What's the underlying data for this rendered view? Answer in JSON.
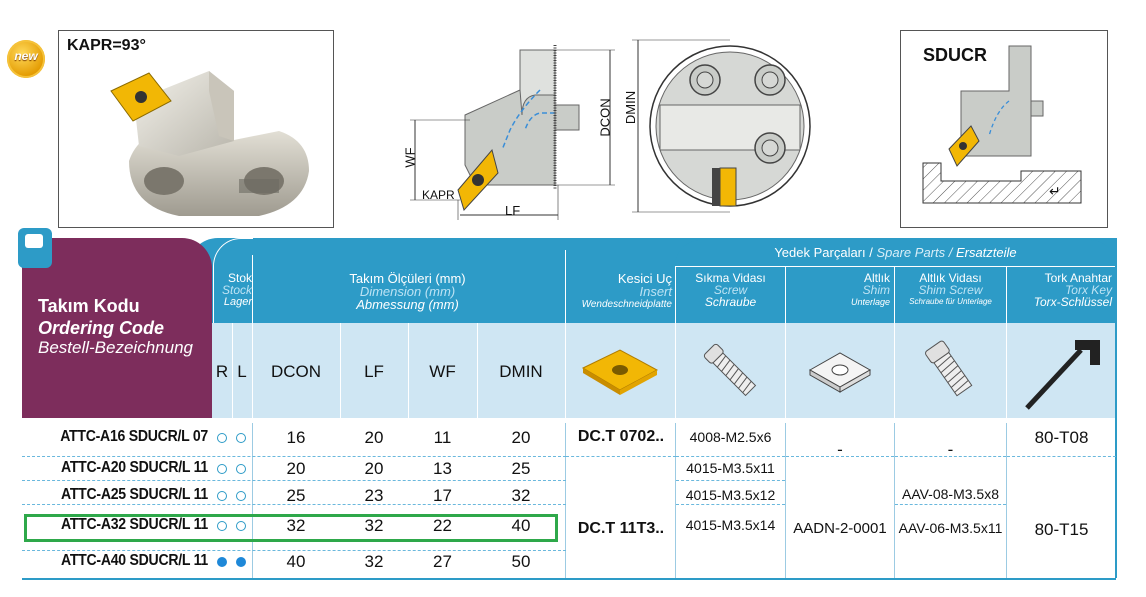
{
  "badge": "new",
  "photo_label": "KAPR=93°",
  "diagram_labels": {
    "wf": "WF",
    "kapr": "KAPR",
    "lf": "LF",
    "dcon": "DCON",
    "dmin": "DMIN"
  },
  "sducr_label": "SDUCR",
  "spare_parts_header": {
    "tr": "Yedek Parçaları / ",
    "en": "Spare Parts / ",
    "de": "Ersatzteile"
  },
  "columns": {
    "ordering_code": {
      "tr": "Takım Kodu",
      "en": "Ordering Code",
      "de": "Bestell-Bezeichnung"
    },
    "stock": {
      "tr": "Stok",
      "en": "Stock",
      "de": "Lager"
    },
    "dimension": {
      "tr": "Takım Ölçüleri (mm)",
      "en": "Dimension (mm)",
      "de": "Abmessung (mm)"
    },
    "insert": {
      "tr": "Kesici Uç",
      "en": "Insert",
      "de": "Wendeschneidplatte"
    },
    "screw": {
      "tr": "Sıkma Vidası",
      "en": "Screw",
      "de": "Schraube"
    },
    "shim": {
      "tr": "Altlık",
      "en": "Shim",
      "de": "Unterlage"
    },
    "shim_screw": {
      "tr": "Altlık Vidası",
      "en": "Shim Screw",
      "de": "Schraube für Unterlage"
    },
    "torx": {
      "tr": "Tork Anahtar",
      "en": "Torx Key",
      "de": "Torx-Schlüssel"
    },
    "r": "R",
    "l": "L",
    "dcon": "DCON",
    "lf": "LF",
    "wf": "WF",
    "dmin": "DMIN"
  },
  "rows": [
    {
      "code": "ATTC-A16 SDUCR/L 07",
      "r": "open",
      "l": "open",
      "dcon": "16",
      "lf": "20",
      "wf": "11",
      "dmin": "20",
      "screw": "4008-M2.5x6"
    },
    {
      "code": "ATTC-A20 SDUCR/L 11",
      "r": "open",
      "l": "open",
      "dcon": "20",
      "lf": "20",
      "wf": "13",
      "dmin": "25",
      "screw": "4015-M3.5x11"
    },
    {
      "code": "ATTC-A25 SDUCR/L 11",
      "r": "open",
      "l": "open",
      "dcon": "25",
      "lf": "23",
      "wf": "17",
      "dmin": "32",
      "screw": "4015-M3.5x12"
    },
    {
      "code": "ATTC-A32 SDUCR/L 11",
      "r": "open",
      "l": "open",
      "dcon": "32",
      "lf": "32",
      "wf": "22",
      "dmin": "40",
      "screw": "4015-M3.5x14",
      "highlight": true
    },
    {
      "code": "ATTC-A40 SDUCR/L 11",
      "r": "filled",
      "l": "filled",
      "dcon": "40",
      "lf": "32",
      "wf": "27",
      "dmin": "50",
      "screw": ""
    }
  ],
  "merged": {
    "insert_small": "DC.T 0702..",
    "insert_large": "DC.T 11T3..",
    "shim_small": "-",
    "shim_large": "AADN-2-0001",
    "shim_screw_small": "-",
    "shim_screw_a25": "AAV-08-M3.5x8",
    "shim_screw_a32": "AAV-06-M3.5x11",
    "torx_small": "80-T08",
    "torx_large": "80-T15"
  },
  "colors": {
    "header_blue": "#2d9bc7",
    "header_purple": "#7d2d5c",
    "light_blue": "#cfe6f3",
    "highlight_green": "#2ea84a",
    "insert_yellow": "#f2b705"
  }
}
